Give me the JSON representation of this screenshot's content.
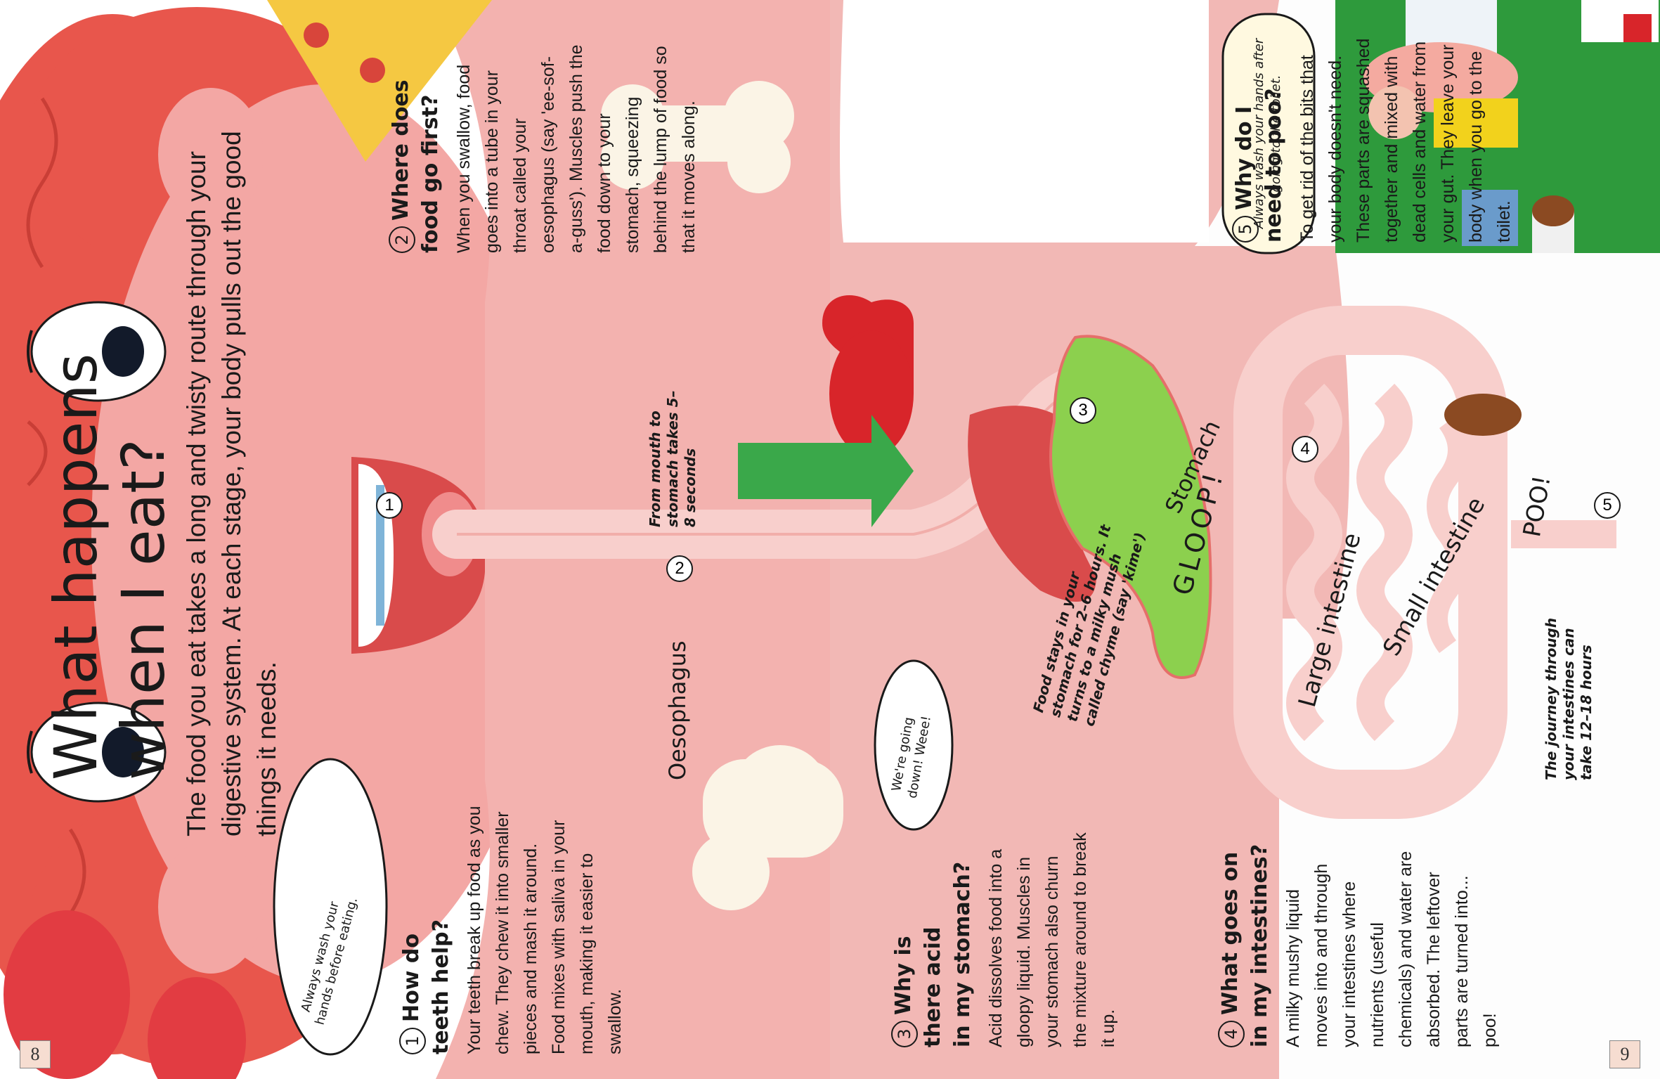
{
  "title": {
    "line1": "What happens",
    "line2": "when I eat?"
  },
  "intro": "The food you eat takes a long and twisty route through your digestive system. At each stage, your body pulls out the good things it needs.",
  "sections": [
    {
      "number": "1",
      "heading_line1": "How do",
      "heading_line2": "teeth help?",
      "body": "Your teeth break up food as you chew. They chew it into smaller pieces and mash it around. Food mixes with saliva in your mouth, making it easier to swallow."
    },
    {
      "number": "2",
      "heading_line1": "Where does",
      "heading_line2": "food go first?",
      "body": "When you swallow, food goes into a tube in your throat called your oesophagus (say 'ee-sof-a-guss'). Muscles push the food down to your stomach, squeezing behind the lump of food so that it moves along."
    },
    {
      "number": "3",
      "heading_line1": "Why is",
      "heading_line2": "there acid",
      "heading_line3": "in my stomach?",
      "body": "Acid dissolves food into a gloopy liquid. Muscles in your stomach also churn the mixture around to break it up."
    },
    {
      "number": "4",
      "heading_line1": "What goes on",
      "heading_line2": "in my intestines?",
      "body": "A milky mushy liquid moves into and through your intestines where nutrients (useful chemicals) and water are absorbed. The leftover parts are turned into... poo!"
    },
    {
      "number": "5",
      "heading_line1": "Why do I",
      "heading_line2": "need to poo?",
      "body": "To get rid of the bits that your body doesn't need. These parts are squashed together and mixed with dead cells and water from your gut. They leave your body when you go to the toilet."
    }
  ],
  "labels": {
    "oesophagus": "Oesophagus",
    "stomach": "Stomach",
    "gloop": "GLOOP!",
    "large_intestine": "Large intestine",
    "small_intestine": "Small intestine",
    "poo": "POO!"
  },
  "notes": {
    "mouth_to_stomach": "From mouth to stomach takes 5–8 seconds",
    "stomach_time": "Food stays in your stomach for 2–6 hours. It turns to a milky mush called chyme (say 'kime')",
    "intestine_time": "The journey through your intestines can take 12–18 hours"
  },
  "bubbles": {
    "wash_before": "Always wash your hands before eating.",
    "going_down": "We're going down! Weee!",
    "wash_after": "Always wash your hands after going to the toilet."
  },
  "diagram_markers": [
    "1",
    "2",
    "3",
    "4",
    "5"
  ],
  "page_numbers": {
    "left": "8",
    "right": "9"
  },
  "colors": {
    "hair": "#e8564c",
    "skin": "#f3a7a4",
    "gut_pink": "#f2b8b5",
    "tube": "#f8cfcc",
    "stomach_green": "#8cd04e",
    "heart_red": "#d8252a",
    "arrow_green": "#3aa84a",
    "bone": "#fbf4e6",
    "lawn_green": "#2e9a3c"
  }
}
